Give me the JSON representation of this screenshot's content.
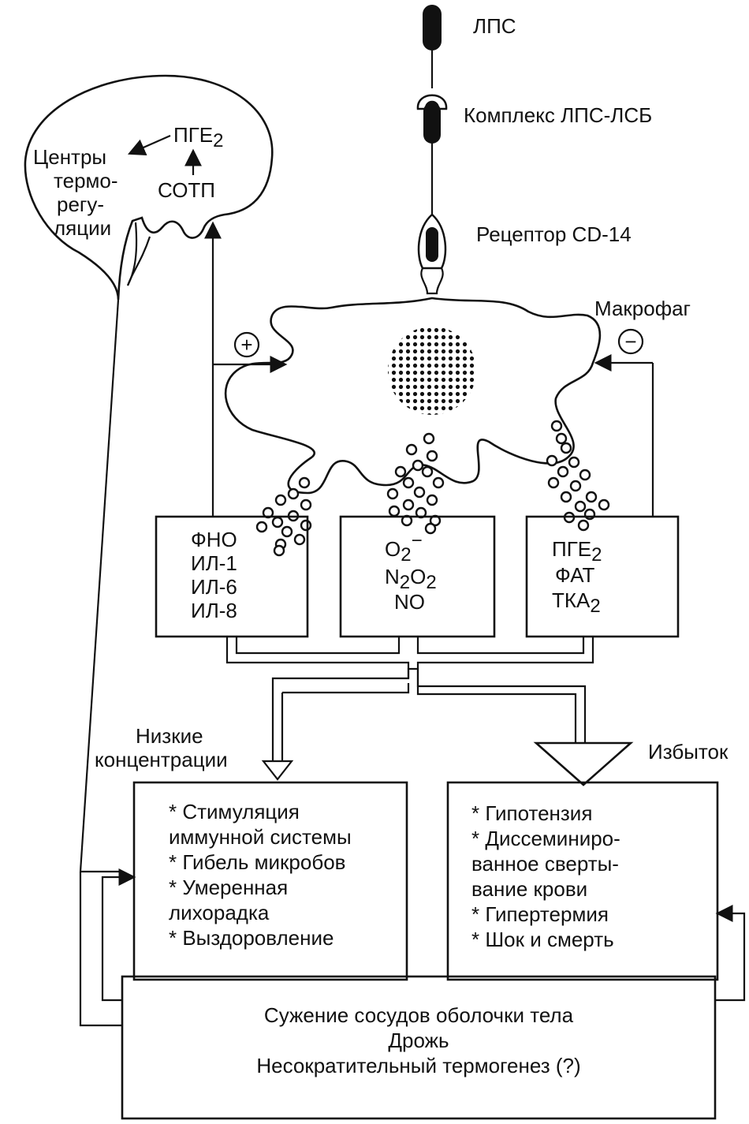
{
  "lps": {
    "label": "ЛПС",
    "complex_label": "Комплекс ЛПС-ЛСБ",
    "receptor_label": "Рецептор CD-14"
  },
  "macrophage": {
    "label": "Макрофаг",
    "plus_sign": "+",
    "minus_sign": "−"
  },
  "brain": {
    "pge2": "ПГЕ",
    "pge2_sub": "2",
    "sotp": "СОТП",
    "centers_lines": [
      "Центры",
      "термо-",
      "регу-",
      "ляции"
    ]
  },
  "mediators": {
    "cytokines": [
      "ФНО",
      "ИЛ-1",
      "ИЛ-6",
      "ИЛ-8"
    ],
    "radicals": {
      "o2": "O",
      "o2_sub": "2",
      "o2_sup": "−",
      "n2o2_n": "N",
      "n2o2_n_sub": "2",
      "n2o2_o": "O",
      "n2o2_o_sub": "2",
      "no": "NO"
    },
    "lipids": {
      "pge2": "ПГЕ",
      "pge2_sub": "2",
      "fat": "ФАТ",
      "tka2": "ТКА",
      "tka2_sub": "2"
    }
  },
  "branches": {
    "low_lines": [
      "Низкие",
      "концентрации"
    ],
    "excess": "Избыток"
  },
  "outcomes": {
    "low": [
      "* Стимуляция",
      "иммунной системы",
      "* Гибель микробов",
      "* Умеренная",
      "лихорадка",
      "* Выздоровление"
    ],
    "high": [
      "* Гипотензия",
      "* Диссеминиро-",
      "ванное сверты-",
      "вание крови",
      "* Гипертермия",
      "* Шок и смерть"
    ]
  },
  "thermo_effects": [
    "Сужение сосудов оболочки тела",
    "Дрожь",
    "Несократительный термогенез (?)"
  ]
}
